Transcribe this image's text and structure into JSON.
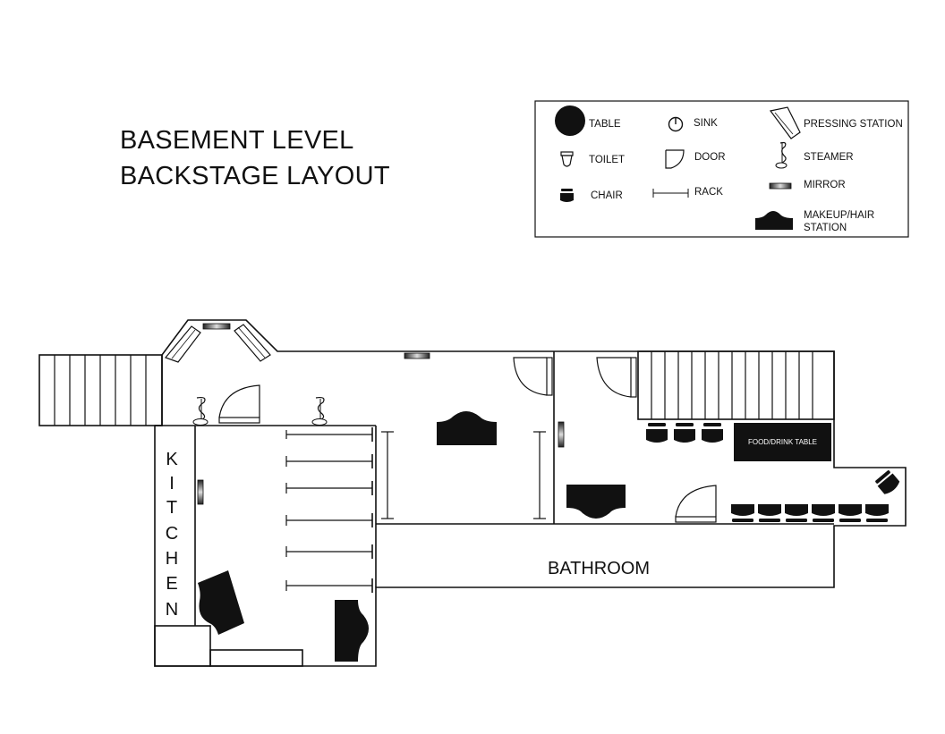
{
  "title": {
    "line1": "BASEMENT LEVEL",
    "line2": "BACKSTAGE LAYOUT"
  },
  "legend": {
    "items": [
      {
        "icon": "table-icon",
        "label": "TABLE"
      },
      {
        "icon": "sink-icon",
        "label": "SINK"
      },
      {
        "icon": "pressing-station-icon",
        "label": "PRESSING STATION"
      },
      {
        "icon": "toilet-icon",
        "label": "TOILET"
      },
      {
        "icon": "door-icon",
        "label": "DOOR"
      },
      {
        "icon": "steamer-icon",
        "label": "STEAMER"
      },
      {
        "icon": "chair-icon",
        "label": "CHAIR"
      },
      {
        "icon": "rack-icon",
        "label": "RACK"
      },
      {
        "icon": "mirror-icon",
        "label": "MIRROR"
      },
      {
        "icon": "makeup-hair-station-icon",
        "label_line1": "MAKEUP/HAIR",
        "label_line2": "STATION"
      }
    ]
  },
  "rooms": {
    "bathroom": "BATHROOM",
    "kitchen_letters": [
      "K",
      "I",
      "T",
      "C",
      "H",
      "E",
      "N"
    ],
    "food_table": "FOOD/DRINK TABLE"
  }
}
